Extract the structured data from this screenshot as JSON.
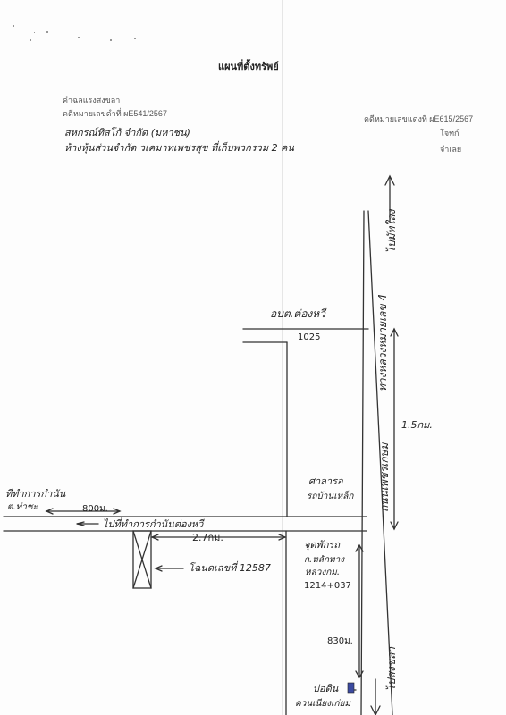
{
  "document": {
    "title": "แผนที่ตั้งทรัพย์",
    "header_left": {
      "line1": "คำฉลแรงสงขลา",
      "line2": "คดีหมายเลขดำที่ ผE541/2567"
    },
    "header_right": {
      "case_no": "คดีหมายเลขแดงที่ ผE615/2567",
      "plaintiff": "โจทก์",
      "defendant": "จำเลย"
    },
    "parties": {
      "plaintiff_line": "สหกรณ์ทิสโก้ จำกัด (มหาชน)",
      "defendant_line": "ห้างหุ้นส่วนจำกัด วเคมาทเพชรสุข ที่เก็บพวกรวม 2 คน"
    }
  },
  "map": {
    "road_north": "ไปมัทใลง",
    "road_south": "ไปสงขลา",
    "highway_name": "ทางหลวงหมายเลข 4",
    "highway_name_2": "ถนนเพชรเกษม",
    "orbortor_label": "อบต.ต่องหวี",
    "road_number": "1025",
    "distance_right": "1.5กม.",
    "sala_label": "ศาลารอ",
    "sala_label_2": "รถบ้านเหล็ก",
    "district_office_label": "ที่ทำการกำนัน",
    "district_office_label_2": "ต.ท่าชะ",
    "distance_west": "800ม.",
    "road_to_office": "ไปที่ทำการกำนันต่องหวี",
    "distance_to_land": "2.7กม.",
    "checkpoint": "จุดพักรถ",
    "km_marker_1": "ก.หลักทาง",
    "km_marker_2": "หลวงกม.",
    "km_value": "1214+037",
    "distance_830": "830ม.",
    "land_label": "โฉนดเลขที่ 12587",
    "bottom_label_1": "บ่อดิน",
    "bottom_label_2": "ควนเนียงเก่ยม"
  }
}
